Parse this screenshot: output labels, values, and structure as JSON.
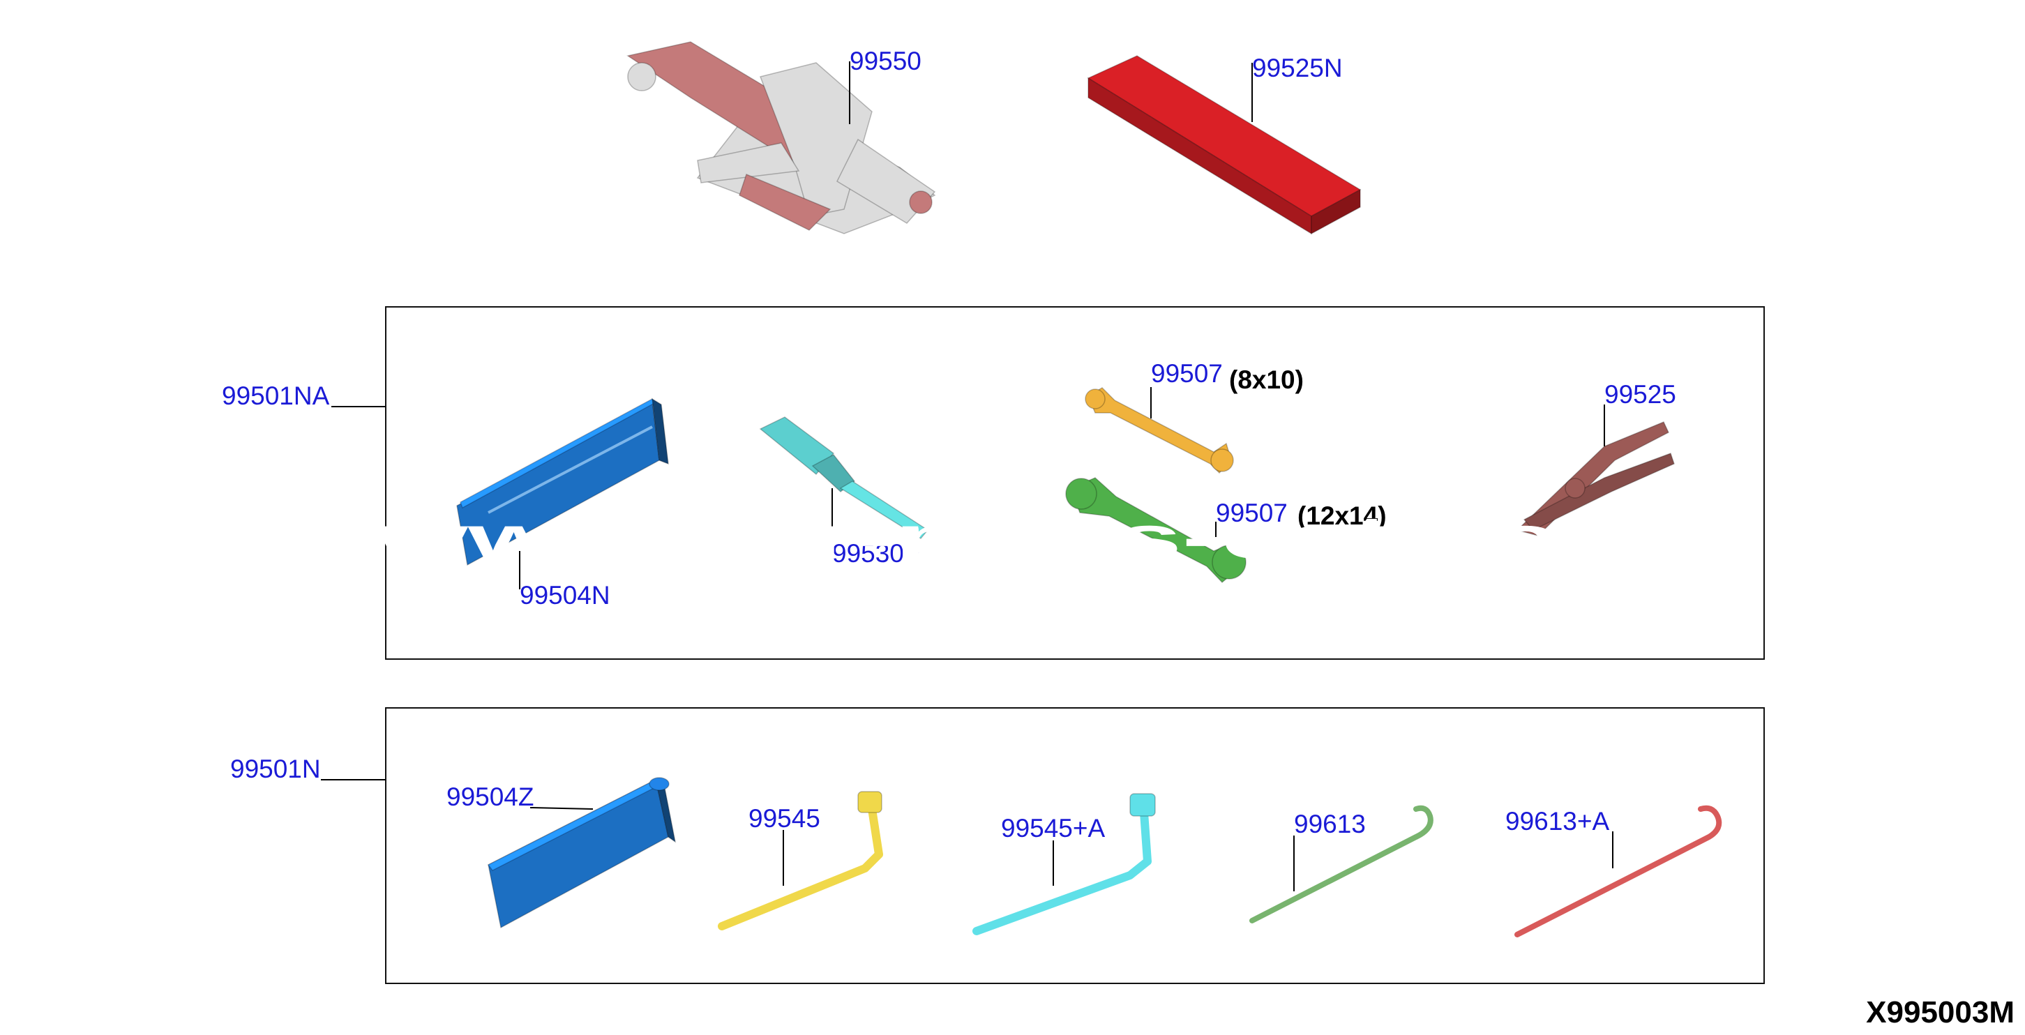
{
  "colors": {
    "label": "#1a1ad6",
    "jack_body": "#c47a7a",
    "jack_metal": "#dcdcdc",
    "jack_pad": "#d01e24",
    "tool_bag": "#1c6fc2",
    "screwdriver": "#5ccfcf",
    "wrench_small": "#f0b23c",
    "wrench_large": "#4fb04a",
    "pliers": "#9c5a56",
    "lug_wrench_yellow": "#f0d84a",
    "lug_wrench_cyan": "#5fe0e8",
    "hook_green": "#78b46e",
    "hook_red": "#d85a5a"
  },
  "parts": {
    "jack": "99550",
    "jack_pad": "99525N",
    "kit_a": "99501NA",
    "tool_bag_a": "99504N",
    "screwdriver": "99530P",
    "wrench_small": "99507",
    "wrench_small_size": "(8x10)",
    "wrench_large": "99507",
    "wrench_large_size": "(12x14)",
    "pliers": "99525",
    "kit_b": "99501N",
    "tool_bag_b": "99504Z",
    "lug_wrench_a": "99545",
    "lug_wrench_b": "99545+A",
    "tow_hook_a": "99613",
    "tow_hook_b": "99613+A"
  },
  "diagram_code": "X995003M",
  "watermark": "www.car-parts-catalog"
}
